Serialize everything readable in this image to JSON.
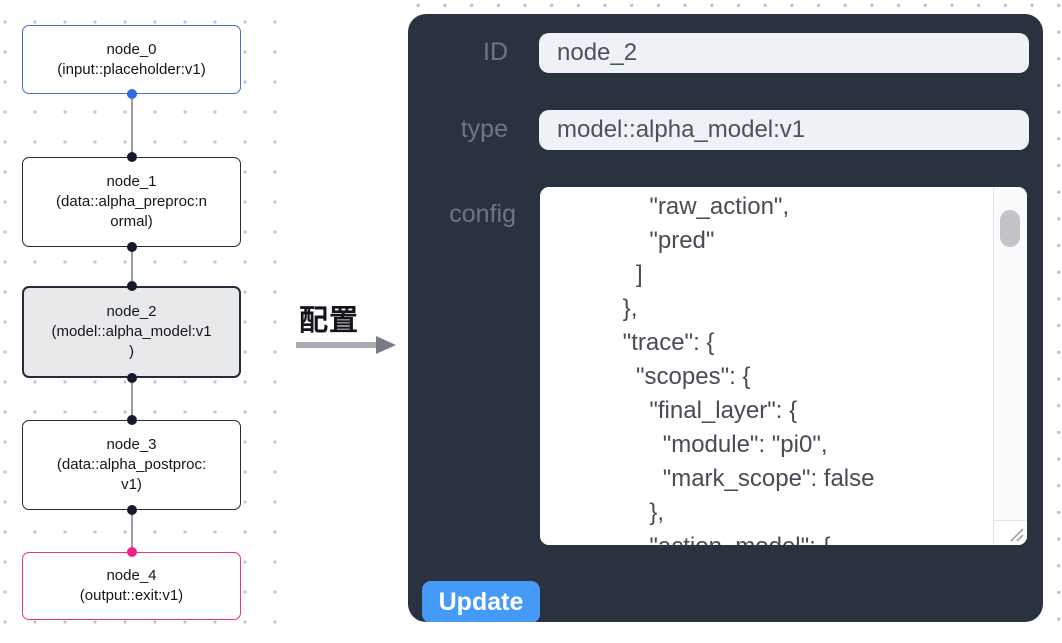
{
  "canvas": {
    "nodes": [
      {
        "id": "node_0",
        "lines": [
          "node_0",
          "(input::placeholder:v1)"
        ],
        "variant": "input"
      },
      {
        "id": "node_1",
        "lines": [
          "node_1",
          "(data::alpha_preproc:n",
          "ormal)"
        ],
        "variant": "default"
      },
      {
        "id": "node_2",
        "lines": [
          "node_2",
          "(model::alpha_model:v1",
          ")"
        ],
        "variant": "selected"
      },
      {
        "id": "node_3",
        "lines": [
          "node_3",
          "(data::alpha_postproc:",
          "v1)"
        ],
        "variant": "default"
      },
      {
        "id": "node_4",
        "lines": [
          "node_4",
          "(output::exit:v1)"
        ],
        "variant": "output"
      }
    ]
  },
  "transition": {
    "label": "配置"
  },
  "panel": {
    "fields": [
      {
        "label": "ID",
        "value": "node_2"
      },
      {
        "label": "type",
        "value": "model::alpha_model:v1"
      }
    ],
    "config_label": "config",
    "config_text": "              \"raw_action\",\n              \"pred\"\n            ]\n          },\n          \"trace\": {\n            \"scopes\": {\n              \"final_layer\": {\n                \"module\": \"pi0\",\n                \"mark_scope\": false\n              },\n              \"action_model\": {",
    "update_label": "Update"
  },
  "colors": {
    "panel_bg": "#2a3240",
    "field_bg": "#eef1f6",
    "field_text": "#4b525c",
    "label_text": "#6e7685",
    "button_blue": "#459af8",
    "button_text": "#ffffff",
    "node_border_default": "#262b3b",
    "node_selected_bg": "#e8e9eb",
    "node_border_input": "#4472c4",
    "node_border_output": "#ee3377",
    "handle_default": "#14192b",
    "handle_input_blue": "#2e6be5",
    "handle_output_pink": "#f0218c",
    "edge_gray": "#9b9fa5"
  }
}
